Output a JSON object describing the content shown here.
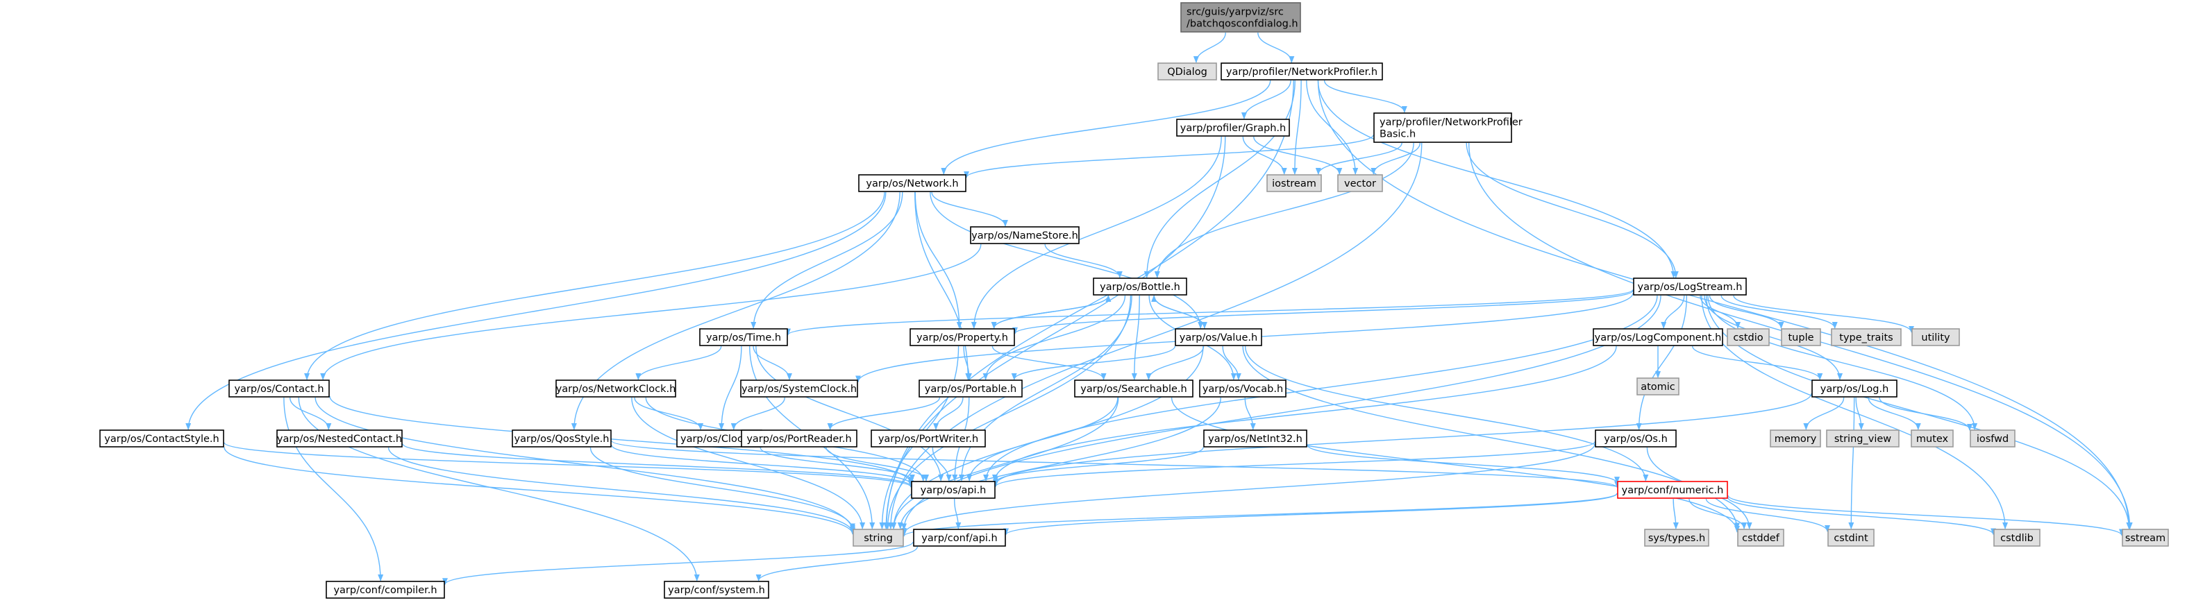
{
  "graph": {
    "colors": {
      "edge": "#63b8ff",
      "root_fill": "#999999",
      "root_stroke": "#666666",
      "node_fill": "#ffffff",
      "node_stroke": "#000000",
      "external_fill": "#e0e0e0",
      "external_stroke": "#999999",
      "highlight_stroke": "#ff0000"
    },
    "nodes": [
      {
        "id": "root",
        "lines": [
          "src/guis/yarpviz/src",
          "/batchqosconfdialog.h"
        ],
        "kind": "root"
      },
      {
        "id": "qdialog",
        "lines": [
          "QDialog"
        ],
        "kind": "external"
      },
      {
        "id": "netprof",
        "lines": [
          "yarp/profiler/NetworkProfiler.h"
        ],
        "kind": "normal"
      },
      {
        "id": "graph_h",
        "lines": [
          "yarp/profiler/Graph.h"
        ],
        "kind": "normal"
      },
      {
        "id": "npbasic",
        "lines": [
          "yarp/profiler/NetworkProfiler",
          "Basic.h"
        ],
        "kind": "normal"
      },
      {
        "id": "iostream",
        "lines": [
          "iostream"
        ],
        "kind": "external"
      },
      {
        "id": "vector",
        "lines": [
          "vector"
        ],
        "kind": "external"
      },
      {
        "id": "network",
        "lines": [
          "yarp/os/Network.h"
        ],
        "kind": "normal"
      },
      {
        "id": "namestore",
        "lines": [
          "yarp/os/NameStore.h"
        ],
        "kind": "normal"
      },
      {
        "id": "bottle",
        "lines": [
          "yarp/os/Bottle.h"
        ],
        "kind": "normal"
      },
      {
        "id": "logstream",
        "lines": [
          "yarp/os/LogStream.h"
        ],
        "kind": "normal"
      },
      {
        "id": "time",
        "lines": [
          "yarp/os/Time.h"
        ],
        "kind": "normal"
      },
      {
        "id": "property",
        "lines": [
          "yarp/os/Property.h"
        ],
        "kind": "normal"
      },
      {
        "id": "value",
        "lines": [
          "yarp/os/Value.h"
        ],
        "kind": "normal"
      },
      {
        "id": "logcomp",
        "lines": [
          "yarp/os/LogComponent.h"
        ],
        "kind": "normal"
      },
      {
        "id": "cstdio",
        "lines": [
          "cstdio"
        ],
        "kind": "external"
      },
      {
        "id": "tuple",
        "lines": [
          "tuple"
        ],
        "kind": "external"
      },
      {
        "id": "type_traits",
        "lines": [
          "type_traits"
        ],
        "kind": "external"
      },
      {
        "id": "utility",
        "lines": [
          "utility"
        ],
        "kind": "external"
      },
      {
        "id": "atomic",
        "lines": [
          "atomic"
        ],
        "kind": "external"
      },
      {
        "id": "contact",
        "lines": [
          "yarp/os/Contact.h"
        ],
        "kind": "normal"
      },
      {
        "id": "netclock",
        "lines": [
          "yarp/os/NetworkClock.h"
        ],
        "kind": "normal"
      },
      {
        "id": "sysclock",
        "lines": [
          "yarp/os/SystemClock.h"
        ],
        "kind": "normal"
      },
      {
        "id": "portable",
        "lines": [
          "yarp/os/Portable.h"
        ],
        "kind": "normal"
      },
      {
        "id": "searchable",
        "lines": [
          "yarp/os/Searchable.h"
        ],
        "kind": "normal"
      },
      {
        "id": "vocab",
        "lines": [
          "yarp/os/Vocab.h"
        ],
        "kind": "normal"
      },
      {
        "id": "log",
        "lines": [
          "yarp/os/Log.h"
        ],
        "kind": "normal"
      },
      {
        "id": "contactstyle",
        "lines": [
          "yarp/os/ContactStyle.h"
        ],
        "kind": "normal"
      },
      {
        "id": "nestedcontact",
        "lines": [
          "yarp/os/NestedContact.h"
        ],
        "kind": "normal"
      },
      {
        "id": "qosstyle",
        "lines": [
          "yarp/os/QosStyle.h"
        ],
        "kind": "normal"
      },
      {
        "id": "clock",
        "lines": [
          "yarp/os/Clock.h"
        ],
        "kind": "normal"
      },
      {
        "id": "portreader",
        "lines": [
          "yarp/os/PortReader.h"
        ],
        "kind": "normal"
      },
      {
        "id": "portwriter",
        "lines": [
          "yarp/os/PortWriter.h"
        ],
        "kind": "normal"
      },
      {
        "id": "netint32",
        "lines": [
          "yarp/os/NetInt32.h"
        ],
        "kind": "normal"
      },
      {
        "id": "os",
        "lines": [
          "yarp/os/Os.h"
        ],
        "kind": "normal"
      },
      {
        "id": "memory",
        "lines": [
          "memory"
        ],
        "kind": "external"
      },
      {
        "id": "string_view",
        "lines": [
          "string_view"
        ],
        "kind": "external"
      },
      {
        "id": "mutex",
        "lines": [
          "mutex"
        ],
        "kind": "external"
      },
      {
        "id": "iosfwd",
        "lines": [
          "iosfwd"
        ],
        "kind": "external"
      },
      {
        "id": "osapi",
        "lines": [
          "yarp/os/api.h"
        ],
        "kind": "normal"
      },
      {
        "id": "numeric",
        "lines": [
          "yarp/conf/numeric.h"
        ],
        "kind": "highlight"
      },
      {
        "id": "string",
        "lines": [
          "string"
        ],
        "kind": "external"
      },
      {
        "id": "confapi",
        "lines": [
          "yarp/conf/api.h"
        ],
        "kind": "normal"
      },
      {
        "id": "systypes",
        "lines": [
          "sys/types.h"
        ],
        "kind": "external"
      },
      {
        "id": "cstddef",
        "lines": [
          "cstddef"
        ],
        "kind": "external"
      },
      {
        "id": "cstdint",
        "lines": [
          "cstdint"
        ],
        "kind": "external"
      },
      {
        "id": "cstdlib",
        "lines": [
          "cstdlib"
        ],
        "kind": "external"
      },
      {
        "id": "sstream",
        "lines": [
          "sstream"
        ],
        "kind": "external"
      },
      {
        "id": "compiler",
        "lines": [
          "yarp/conf/compiler.h"
        ],
        "kind": "normal"
      },
      {
        "id": "system",
        "lines": [
          "yarp/conf/system.h"
        ],
        "kind": "normal"
      }
    ],
    "edges": [
      [
        "root",
        "qdialog"
      ],
      [
        "root",
        "netprof"
      ],
      [
        "netprof",
        "graph_h"
      ],
      [
        "netprof",
        "npbasic"
      ],
      [
        "netprof",
        "iostream"
      ],
      [
        "netprof",
        "vector"
      ],
      [
        "netprof",
        "network"
      ],
      [
        "netprof",
        "bottle"
      ],
      [
        "netprof",
        "logstream"
      ],
      [
        "netprof",
        "string"
      ],
      [
        "netprof",
        "sstream"
      ],
      [
        "graph_h",
        "iostream"
      ],
      [
        "graph_h",
        "vector"
      ],
      [
        "graph_h",
        "property"
      ],
      [
        "graph_h",
        "string"
      ],
      [
        "npbasic",
        "iostream"
      ],
      [
        "npbasic",
        "vector"
      ],
      [
        "npbasic",
        "network"
      ],
      [
        "npbasic",
        "bottle"
      ],
      [
        "npbasic",
        "logstream"
      ],
      [
        "npbasic",
        "string"
      ],
      [
        "npbasic",
        "sstream"
      ],
      [
        "network",
        "contact"
      ],
      [
        "network",
        "namestore"
      ],
      [
        "network",
        "time"
      ],
      [
        "network",
        "property"
      ],
      [
        "network",
        "value"
      ],
      [
        "network",
        "portable"
      ],
      [
        "network",
        "contactstyle"
      ],
      [
        "network",
        "qosstyle"
      ],
      [
        "namestore",
        "bottle"
      ],
      [
        "namestore",
        "contact"
      ],
      [
        "bottle",
        "property"
      ],
      [
        "bottle",
        "value"
      ],
      [
        "bottle",
        "portable"
      ],
      [
        "bottle",
        "searchable"
      ],
      [
        "bottle",
        "vocab"
      ],
      [
        "bottle",
        "osapi"
      ],
      [
        "bottle",
        "string"
      ],
      [
        "property",
        "bottle"
      ],
      [
        "property",
        "portable"
      ],
      [
        "property",
        "searchable"
      ],
      [
        "property",
        "string"
      ],
      [
        "value",
        "bottle"
      ],
      [
        "value",
        "portable"
      ],
      [
        "value",
        "searchable"
      ],
      [
        "value",
        "vocab"
      ],
      [
        "value",
        "numeric"
      ],
      [
        "value",
        "string"
      ],
      [
        "value",
        "cstddef"
      ],
      [
        "logstream",
        "time"
      ],
      [
        "logstream",
        "logcomp"
      ],
      [
        "logstream",
        "log"
      ],
      [
        "logstream",
        "os"
      ],
      [
        "logstream",
        "cstdio"
      ],
      [
        "logstream",
        "tuple"
      ],
      [
        "logstream",
        "type_traits"
      ],
      [
        "logstream",
        "utility"
      ],
      [
        "logstream",
        "sysclock"
      ],
      [
        "logstream",
        "osapi"
      ],
      [
        "logstream",
        "string"
      ],
      [
        "logstream",
        "sstream"
      ],
      [
        "logstream",
        "cstdlib"
      ],
      [
        "logstream",
        "iosfwd"
      ],
      [
        "logstream",
        "property"
      ],
      [
        "logcomp",
        "atomic"
      ],
      [
        "logcomp",
        "log"
      ],
      [
        "logcomp",
        "osapi"
      ],
      [
        "log",
        "memory"
      ],
      [
        "log",
        "string_view"
      ],
      [
        "log",
        "mutex"
      ],
      [
        "log",
        "iosfwd"
      ],
      [
        "log",
        "cstdint"
      ],
      [
        "log",
        "osapi"
      ],
      [
        "time",
        "netclock"
      ],
      [
        "time",
        "sysclock"
      ],
      [
        "time",
        "clock"
      ],
      [
        "time",
        "string"
      ],
      [
        "time",
        "osapi"
      ],
      [
        "netclock",
        "clock"
      ],
      [
        "netclock",
        "osapi"
      ],
      [
        "netclock",
        "string"
      ],
      [
        "sysclock",
        "clock"
      ],
      [
        "contact",
        "nestedcontact"
      ],
      [
        "contact",
        "osapi"
      ],
      [
        "contact",
        "string"
      ],
      [
        "contact",
        "compiler"
      ],
      [
        "contact",
        "system"
      ],
      [
        "portable",
        "portreader"
      ],
      [
        "portable",
        "portwriter"
      ],
      [
        "portable",
        "osapi"
      ],
      [
        "searchable",
        "osapi"
      ],
      [
        "searchable",
        "string"
      ],
      [
        "searchable",
        "cstddef"
      ],
      [
        "vocab",
        "netint32"
      ],
      [
        "vocab",
        "string"
      ],
      [
        "netint32",
        "osapi"
      ],
      [
        "netint32",
        "numeric"
      ],
      [
        "contactstyle",
        "osapi"
      ],
      [
        "contactstyle",
        "string"
      ],
      [
        "nestedcontact",
        "osapi"
      ],
      [
        "nestedcontact",
        "string"
      ],
      [
        "qosstyle",
        "osapi"
      ],
      [
        "qosstyle",
        "string"
      ],
      [
        "qosstyle",
        "numeric"
      ],
      [
        "clock",
        "osapi"
      ],
      [
        "portreader",
        "osapi"
      ],
      [
        "portwriter",
        "osapi"
      ],
      [
        "os",
        "osapi"
      ],
      [
        "os",
        "string"
      ],
      [
        "os",
        "cstddef"
      ],
      [
        "osapi",
        "confapi"
      ],
      [
        "numeric",
        "systypes"
      ],
      [
        "numeric",
        "cstddef"
      ],
      [
        "numeric",
        "cstdint"
      ],
      [
        "numeric",
        "cstdlib"
      ],
      [
        "numeric",
        "sstream"
      ],
      [
        "numeric",
        "string"
      ],
      [
        "numeric",
        "confapi"
      ],
      [
        "confapi",
        "compiler"
      ],
      [
        "confapi",
        "system"
      ]
    ]
  }
}
